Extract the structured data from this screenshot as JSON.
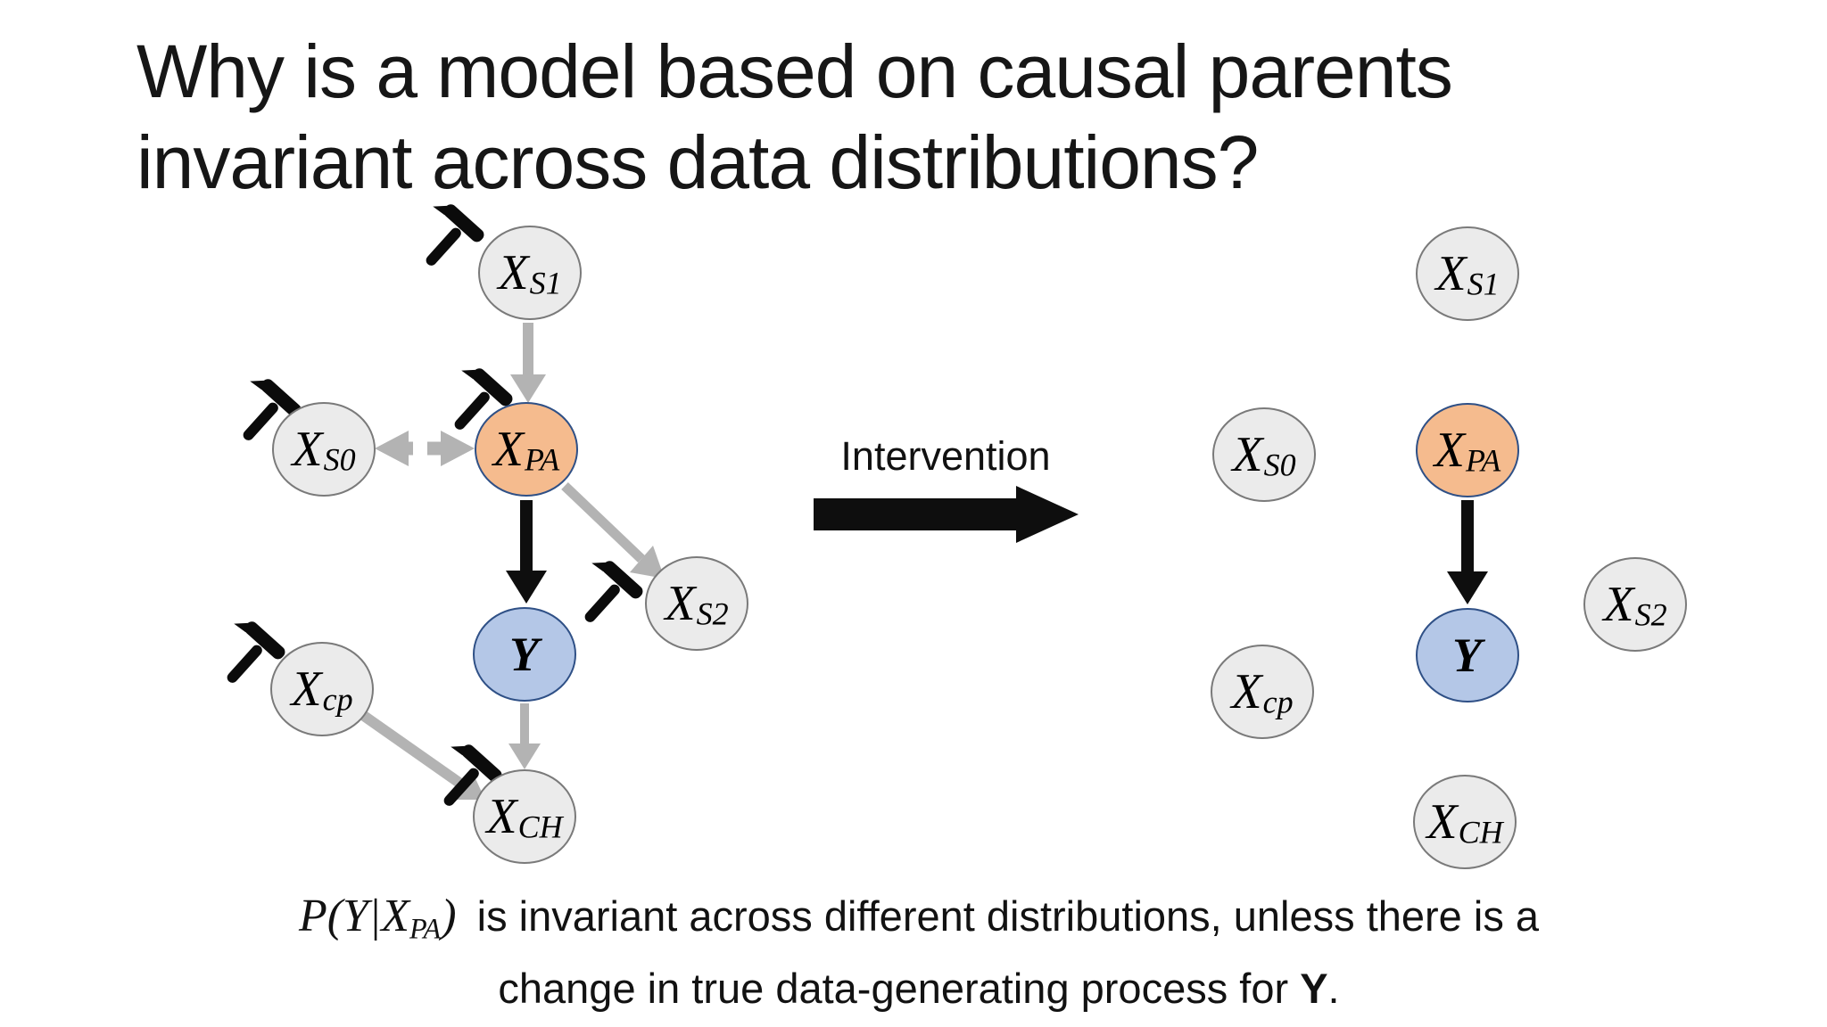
{
  "title": {
    "line1": "Why is a model based on causal parents",
    "line2": "invariant across data distributions?"
  },
  "intervention_label": "Intervention",
  "caption": {
    "math_main": "P(Y|X",
    "math_sub": "PA",
    "math_end": ")",
    "line1_text": "is invariant across different distributions, unless there is a",
    "line2_text": "change in true data-generating process for",
    "line2_bold": "Y",
    "period": "."
  },
  "colors": {
    "node_gray_fill": "#ebebeb",
    "node_gray_border": "#7a7a7a",
    "node_orange_fill": "#f5bb8e",
    "node_blue_fill": "#b4c7e7",
    "node_accent_border": "#2f5086",
    "arrow_gray": "#b3b3b3",
    "arrow_black": "#0e0e0e"
  },
  "graphs": {
    "left": {
      "description": "observational causal graph with intervention hammers",
      "nodes": [
        {
          "id": "XS1",
          "main": "X",
          "sub": "S1",
          "color": "gray",
          "hammer": true
        },
        {
          "id": "XS0",
          "main": "X",
          "sub": "S0",
          "color": "gray",
          "hammer": true
        },
        {
          "id": "XPA",
          "main": "X",
          "sub": "PA",
          "color": "orange",
          "hammer": true
        },
        {
          "id": "XS2",
          "main": "X",
          "sub": "S2",
          "color": "gray",
          "hammer": true
        },
        {
          "id": "Y",
          "main": "Y",
          "sub": "",
          "color": "blue",
          "hammer": false
        },
        {
          "id": "Xcp",
          "main": "X",
          "sub": "cp",
          "color": "gray",
          "hammer": true
        },
        {
          "id": "XCH",
          "main": "X",
          "sub": "CH",
          "color": "gray",
          "hammer": true
        }
      ],
      "edges": [
        {
          "from": "XS1",
          "to": "XPA",
          "style": "gray-solid"
        },
        {
          "from": "XS0",
          "to": "XPA",
          "style": "gray-dashed-bidirectional"
        },
        {
          "from": "XPA",
          "to": "Y",
          "style": "black-solid"
        },
        {
          "from": "XPA",
          "to": "XS2",
          "style": "gray-solid"
        },
        {
          "from": "Y",
          "to": "XCH",
          "style": "gray-solid"
        },
        {
          "from": "Xcp",
          "to": "XCH",
          "style": "gray-solid"
        }
      ]
    },
    "right": {
      "description": "post-intervention graph, only causal parent edge remains",
      "nodes": [
        {
          "id": "XS1",
          "main": "X",
          "sub": "S1",
          "color": "gray",
          "hammer": false
        },
        {
          "id": "XS0",
          "main": "X",
          "sub": "S0",
          "color": "gray",
          "hammer": false
        },
        {
          "id": "XPA",
          "main": "X",
          "sub": "PA",
          "color": "orange",
          "hammer": false
        },
        {
          "id": "XS2",
          "main": "X",
          "sub": "S2",
          "color": "gray",
          "hammer": false
        },
        {
          "id": "Y",
          "main": "Y",
          "sub": "",
          "color": "blue",
          "hammer": false
        },
        {
          "id": "Xcp",
          "main": "X",
          "sub": "cp",
          "color": "gray",
          "hammer": false
        },
        {
          "id": "XCH",
          "main": "X",
          "sub": "CH",
          "color": "gray",
          "hammer": false
        }
      ],
      "edges": [
        {
          "from": "XPA",
          "to": "Y",
          "style": "black-solid"
        }
      ]
    }
  }
}
